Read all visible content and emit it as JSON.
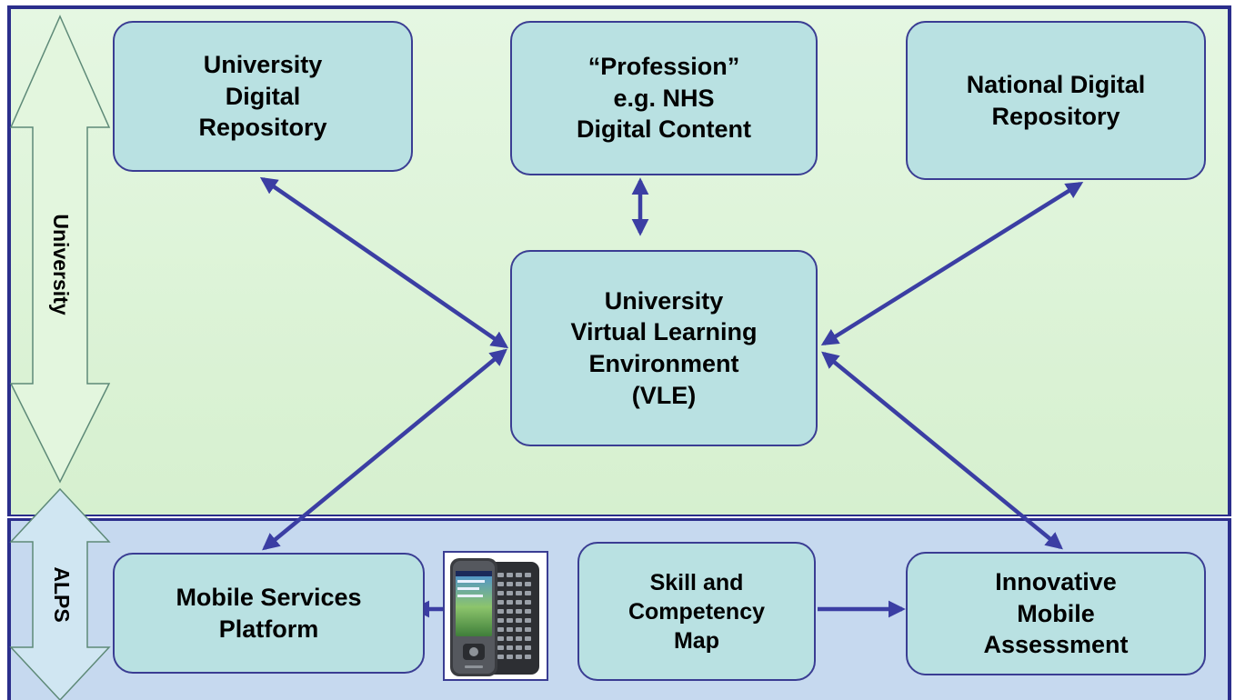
{
  "colors": {
    "frame": "#2b2e8c",
    "university_zone": "#dff4db",
    "alps_zone": "#c6d9ef",
    "box_fill": "#b9e1e2",
    "box_border": "#3a3d93",
    "connector": "#3b3ea3"
  },
  "zones": {
    "university_label": "University",
    "alps_label": "ALPS"
  },
  "nodes": {
    "university_digital_repository": "University\nDigital\nRepository",
    "profession_content": "“Profession”\ne.g. NHS\nDigital Content",
    "national_digital_repository": "National Digital\nRepository",
    "vle": "University\nVirtual Learning\nEnvironment\n(VLE)",
    "mobile_services_platform": "Mobile Services\nPlatform",
    "skill_competency_map": "Skill and\nCompetency\nMap",
    "innovative_mobile_assessment": "Innovative\nMobile\nAssessment"
  },
  "device": {
    "icon": "pda-smartphone-icon"
  }
}
